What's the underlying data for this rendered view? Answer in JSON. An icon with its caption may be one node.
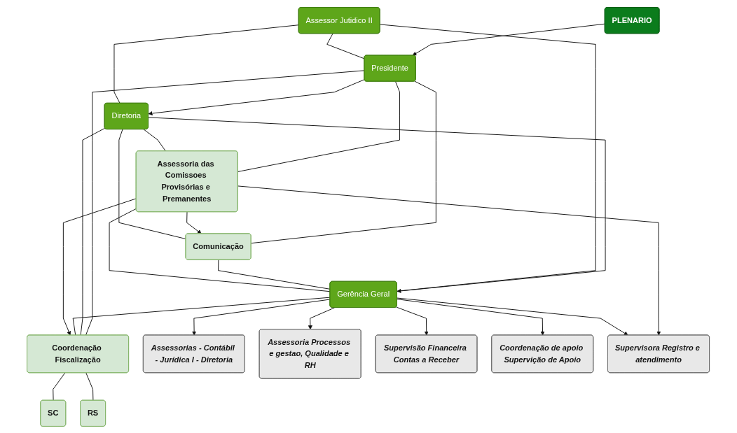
{
  "diagram": {
    "nodes": [
      {
        "text": [
          "PLENARIO"
        ]
      },
      {
        "text": [
          "Comunicação"
        ]
      },
      {
        "text": [
          "Presidente"
        ]
      },
      {
        "text": [
          "Assessoria das Comissoes Provisórias e Premanentes"
        ]
      },
      {
        "text": [
          "Assessor Jutidico II"
        ]
      },
      {
        "text": [
          "Diretoria"
        ]
      },
      {
        "text": [
          "Coordenação Fiscalização"
        ]
      },
      {
        "text": [
          "Gerência Geral"
        ]
      },
      {
        "text": [
          "SC"
        ]
      },
      {
        "text": [
          "RS"
        ]
      },
      {
        "text": [
          "Assessorias - Contábil - Jurídica I - Diretoria"
        ]
      },
      {
        "text": [
          "Assessoria Processos e gestao, Qualidade e RH"
        ]
      },
      {
        "text": [
          "Supervisão Financeira Contas a Receber"
        ]
      },
      {
        "text": [
          "Coordenação de apoio Supervição de Apoio"
        ]
      },
      {
        "text": [
          "Supervisora Registro e atendimento"
        ]
      }
    ],
    "edges": [
      {
        "from": 0,
        "to": 2,
        "arrow": "to"
      },
      {
        "from": 2,
        "to": 5,
        "arrow": "to"
      },
      {
        "from": 5,
        "to": 7,
        "arrow": "to"
      },
      {
        "from": 4,
        "to": 2,
        "arrow": "none"
      },
      {
        "from": 4,
        "to": 5,
        "arrow": "none"
      },
      {
        "from": 4,
        "to": 7,
        "arrow": "none"
      },
      {
        "from": 2,
        "to": 1,
        "arrow": "none"
      },
      {
        "from": 2,
        "to": 3,
        "arrow": "none"
      },
      {
        "from": 2,
        "to": 6,
        "arrow": "none"
      },
      {
        "from": 5,
        "to": 1,
        "arrow": "none"
      },
      {
        "from": 5,
        "to": 3,
        "arrow": "none"
      },
      {
        "from": 5,
        "to": 6,
        "arrow": "none"
      },
      {
        "from": 7,
        "to": 1,
        "arrow": "none"
      },
      {
        "from": 7,
        "to": 3,
        "arrow": "none"
      },
      {
        "from": 7,
        "to": 6,
        "arrow": "none"
      },
      {
        "from": 3,
        "to": 1,
        "arrow": "to"
      },
      {
        "from": 3,
        "to": 6,
        "arrow": "to"
      },
      {
        "from": 6,
        "to": 8,
        "arrow": "none"
      },
      {
        "from": 6,
        "to": 9,
        "arrow": "none"
      },
      {
        "from": 3,
        "to": 14,
        "arrow": "to"
      },
      {
        "from": 7,
        "to": 10,
        "arrow": "to"
      },
      {
        "from": 7,
        "to": 11,
        "arrow": "to"
      },
      {
        "from": 7,
        "to": 12,
        "arrow": "to"
      },
      {
        "from": 7,
        "to": 13,
        "arrow": "to"
      },
      {
        "from": 7,
        "to": 14,
        "arrow": "to"
      }
    ]
  }
}
